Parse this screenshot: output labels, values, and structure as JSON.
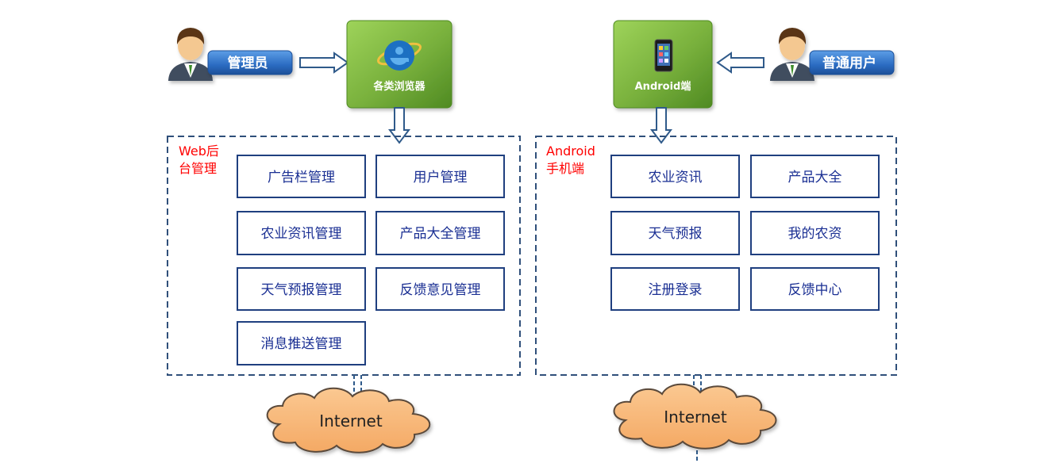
{
  "left_system": {
    "actor_label": "管理员",
    "client_label": "各类浏览器",
    "panel_title_line1": "Web后",
    "panel_title_line2": "台管理",
    "modules": [
      "广告栏管理",
      "用户管理",
      "农业资讯管理",
      "产品大全管理",
      "天气预报管理",
      "反馈意见管理",
      "消息推送管理"
    ],
    "network_label": "Internet"
  },
  "right_system": {
    "actor_label": "普通用户",
    "client_label": "Android端",
    "panel_title_line1": "Android",
    "panel_title_line2": "手机端",
    "modules": [
      "农业资讯",
      "产品大全",
      "天气预报",
      "我的农资",
      "注册登录",
      "反馈中心"
    ],
    "network_label": "Internet"
  },
  "colors": {
    "panel_border": "#2f4f7a",
    "module_border": "#1f3f7f",
    "module_text": "#1a2f93",
    "label_red": "#ff0000",
    "badge_blue": "#2b6cc2",
    "tile_green": "#73a83c",
    "cloud_fill": "#f9b97c",
    "arrow_blue": "#2f5a8a"
  },
  "icons": {
    "actor": "person-icon",
    "browser": "internet-explorer-icon",
    "android": "smartphone-icon",
    "network": "cloud-icon"
  }
}
